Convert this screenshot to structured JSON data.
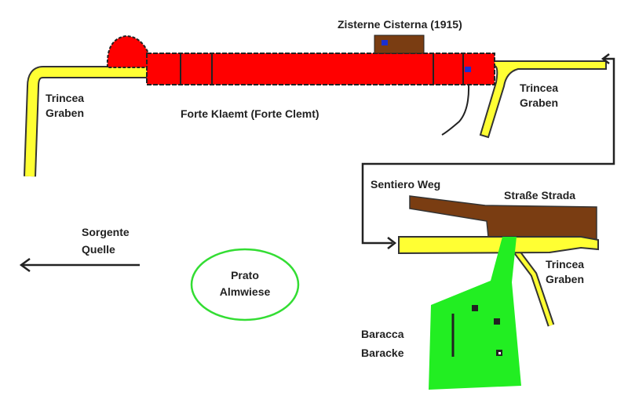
{
  "labels": {
    "cistern": "Zisterne Cisterna (1915)",
    "fort": "Forte Klaemt (Forte Clemt)",
    "trench_left": [
      "Trincea",
      "Graben"
    ],
    "trench_right": [
      "Trincea",
      "Graben"
    ],
    "trench_lower": [
      "Trincea",
      "Graben"
    ],
    "path": "Sentiero Weg",
    "road": "Straße Strada",
    "spring": [
      "Sorgente",
      "Quelle"
    ],
    "meadow": [
      "Prato",
      "Almwiese"
    ],
    "barrack": [
      "Baracca",
      "Baracke"
    ]
  },
  "colors": {
    "fort": "#ff0000",
    "trench": "#ffff33",
    "road": "#7a3d12",
    "barrack": "#22ee22",
    "meadow_outline": "#33dd33",
    "water": "#1a2fd0"
  }
}
